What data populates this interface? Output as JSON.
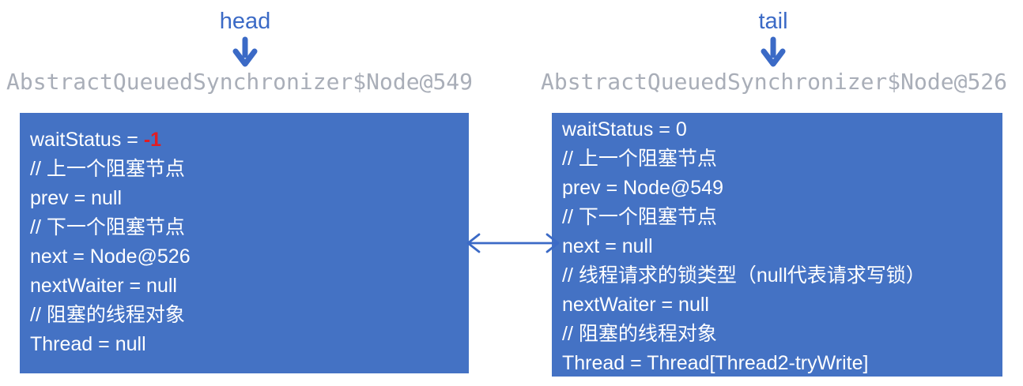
{
  "colors": {
    "background": "#ffffff",
    "node_fill": "#4472c4",
    "node_text": "#ffffff",
    "pointer_blue": "#3b6ac6",
    "title_gray": "#a9aeb8",
    "highlight_red": "#e11d23"
  },
  "head_pointer": {
    "label": "head"
  },
  "tail_pointer": {
    "label": "tail"
  },
  "left_node": {
    "title": "AbstractQueuedSynchronizer$Node@549",
    "lines": [
      {
        "prefix": "waitStatus = ",
        "value": "-1",
        "highlighted": true
      },
      {
        "text": "// 上一个阻塞节点"
      },
      {
        "text": "prev = null"
      },
      {
        "text": "// 下一个阻塞节点"
      },
      {
        "text": "next = Node@526"
      },
      {
        "text": "nextWaiter = null"
      },
      {
        "text": "// 阻塞的线程对象"
      },
      {
        "text": "Thread = null"
      }
    ]
  },
  "right_node": {
    "title": "AbstractQueuedSynchronizer$Node@526",
    "lines": [
      {
        "text": "waitStatus = 0"
      },
      {
        "text": "// 上一个阻塞节点"
      },
      {
        "text": "prev = Node@549"
      },
      {
        "text": "// 下一个阻塞节点"
      },
      {
        "text": "next = null"
      },
      {
        "text": "// 线程请求的锁类型（null代表请求写锁）"
      },
      {
        "text": "nextWaiter = null"
      },
      {
        "text": "// 阻塞的线程对象"
      },
      {
        "text": "Thread = Thread[Thread2-tryWrite]"
      }
    ]
  },
  "link_arrow": {
    "type": "bidirectional"
  }
}
